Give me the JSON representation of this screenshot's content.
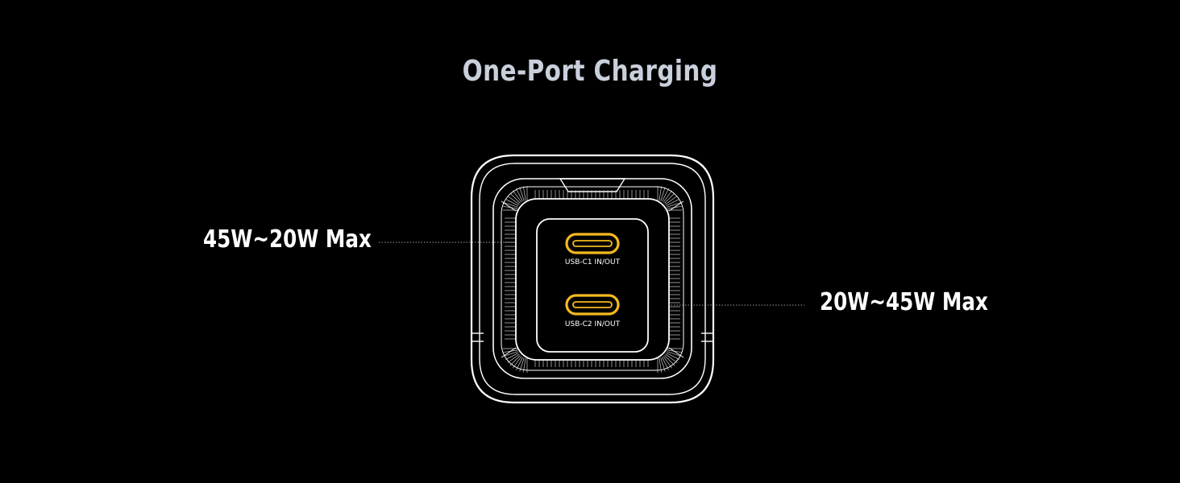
{
  "title": "One-Port Charging",
  "callouts": {
    "left": "45W~20W Max",
    "right": "20W~45W Max"
  },
  "ports": [
    {
      "label": "USB-C1 IN/OUT"
    },
    {
      "label": "USB-C2 IN/OUT"
    }
  ],
  "colors": {
    "background": "#000000",
    "title": "#c9d0dc",
    "outline": "#ffffff",
    "port_accent": "#f5b920"
  }
}
